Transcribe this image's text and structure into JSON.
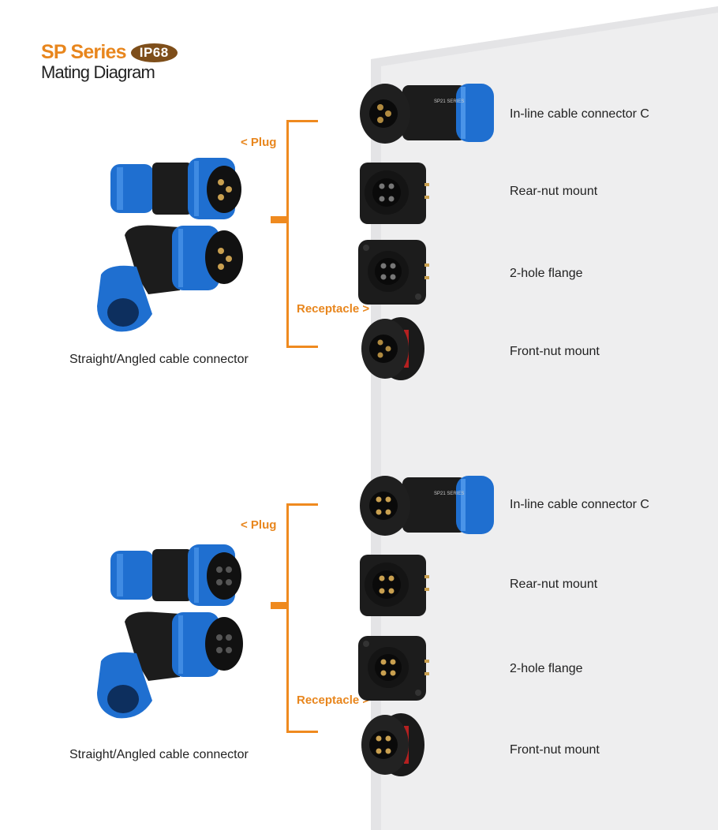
{
  "header": {
    "series_title": "SP Series",
    "ip_badge": "IP68",
    "subtitle": "Mating Diagram"
  },
  "sections": [
    {
      "plug_tag": "< Plug",
      "receptacle_tag": "Receptacle >",
      "caption": "Straight/Angled cable connector",
      "items": [
        {
          "label": "In-line cable connector C"
        },
        {
          "label": "Rear-nut mount"
        },
        {
          "label": "2-hole flange"
        },
        {
          "label": "Front-nut mount"
        }
      ]
    },
    {
      "plug_tag": "< Plug",
      "receptacle_tag": "Receptacle >",
      "caption": "Straight/Angled cable connector",
      "items": [
        {
          "label": "In-line cable connector C"
        },
        {
          "label": "Rear-nut mount"
        },
        {
          "label": "2-hole flange"
        },
        {
          "label": "Front-nut mount"
        }
      ]
    }
  ],
  "colors": {
    "accent": "#ef8a1f",
    "badge": "#7e4e1a",
    "connector_blue": "#1f6fd0",
    "connector_black": "#1c1c1c",
    "panel_gray": "#efeff0"
  }
}
